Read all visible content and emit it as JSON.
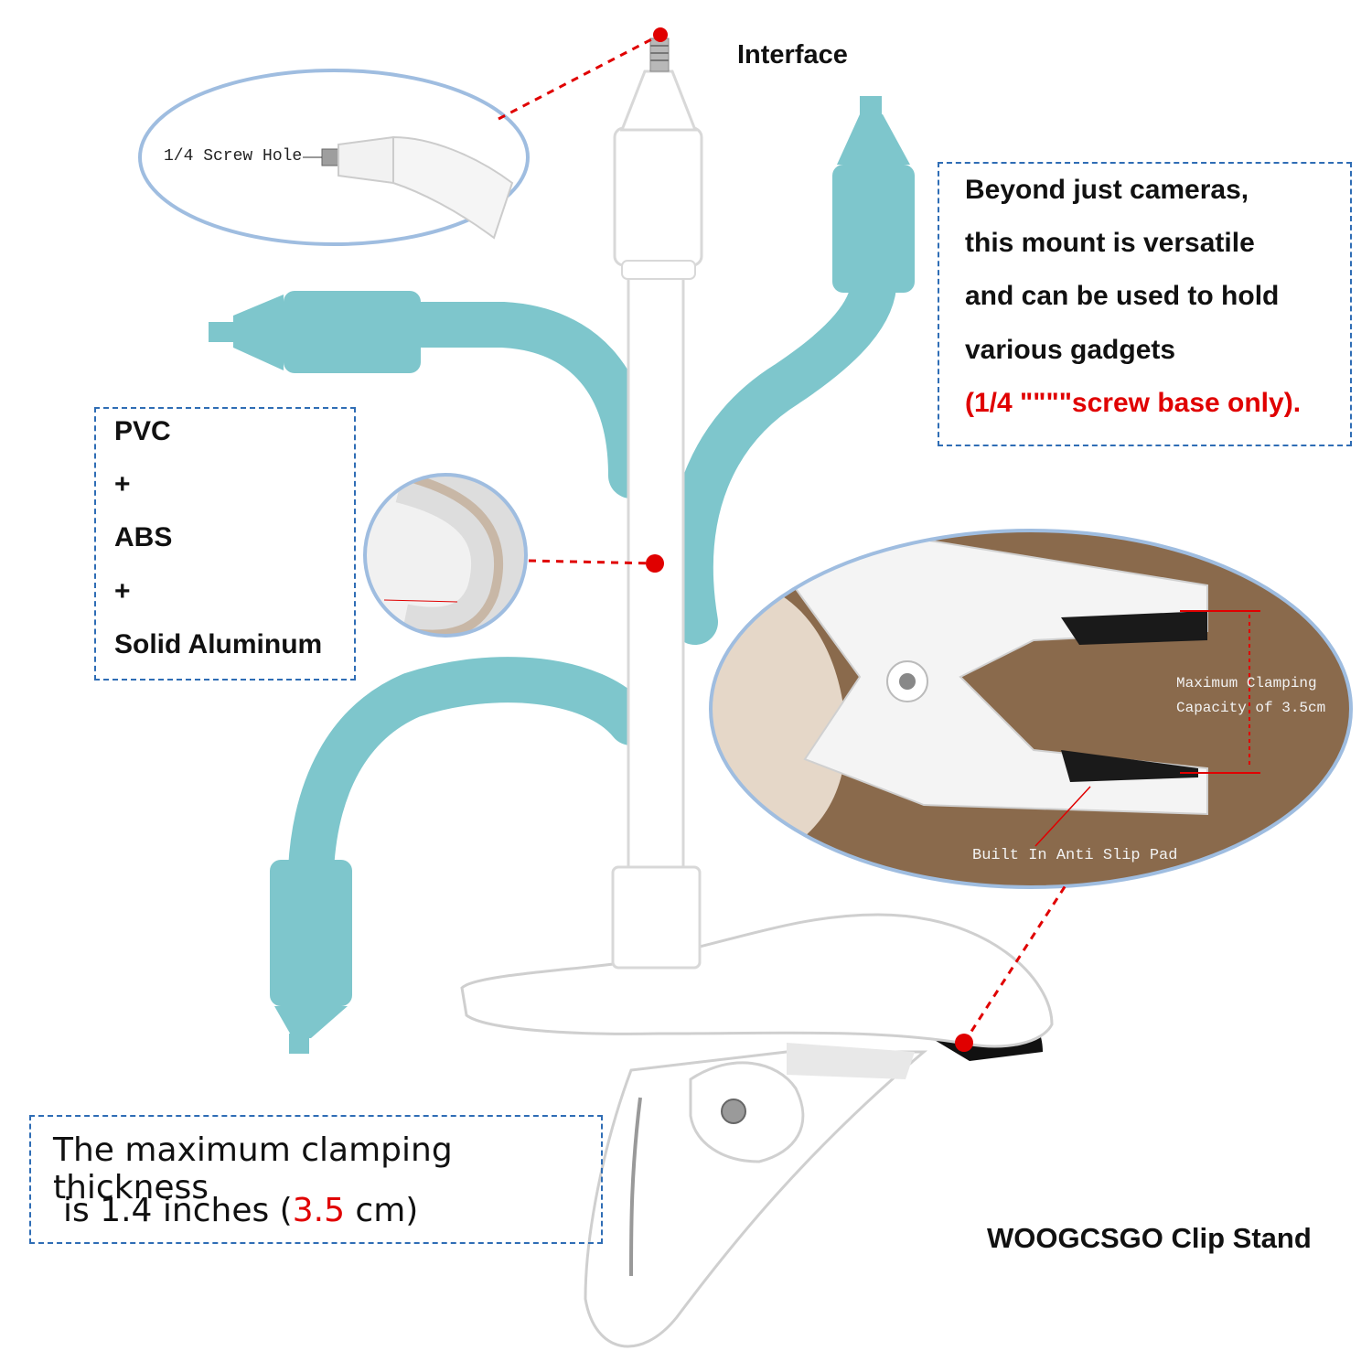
{
  "labels": {
    "interface": "Interface",
    "screw_hole": "1/4 Screw Hole",
    "product_name": "WOOGCSGO Clip Stand",
    "max_clamping_line1": "Maximum Clamping",
    "max_clamping_line2": "Capacity of 3.5cm",
    "anti_slip": "Built In Anti Slip Pad"
  },
  "material_box": {
    "lines": [
      "PVC",
      "+",
      "ABS",
      "+",
      "Solid Aluminum"
    ]
  },
  "versatile_box": {
    "lines": [
      "Beyond just cameras,",
      "this mount is versatile",
      "and can be used to hold",
      "various gadgets"
    ],
    "note": "(1/4 \"\"\"\"screw base only)."
  },
  "thickness_box": {
    "line1": "The maximum clamping thickness",
    "line2_prefix": "is 1.4 inches (",
    "line2_value": "3.5",
    "line2_suffix": " cm)"
  },
  "colors": {
    "accent_red": "#e00000",
    "box_border": "#2f6db5",
    "arm_teal": "#7ec6cc",
    "mount_white": "#ffffff",
    "wood": "#8a6a4c"
  }
}
